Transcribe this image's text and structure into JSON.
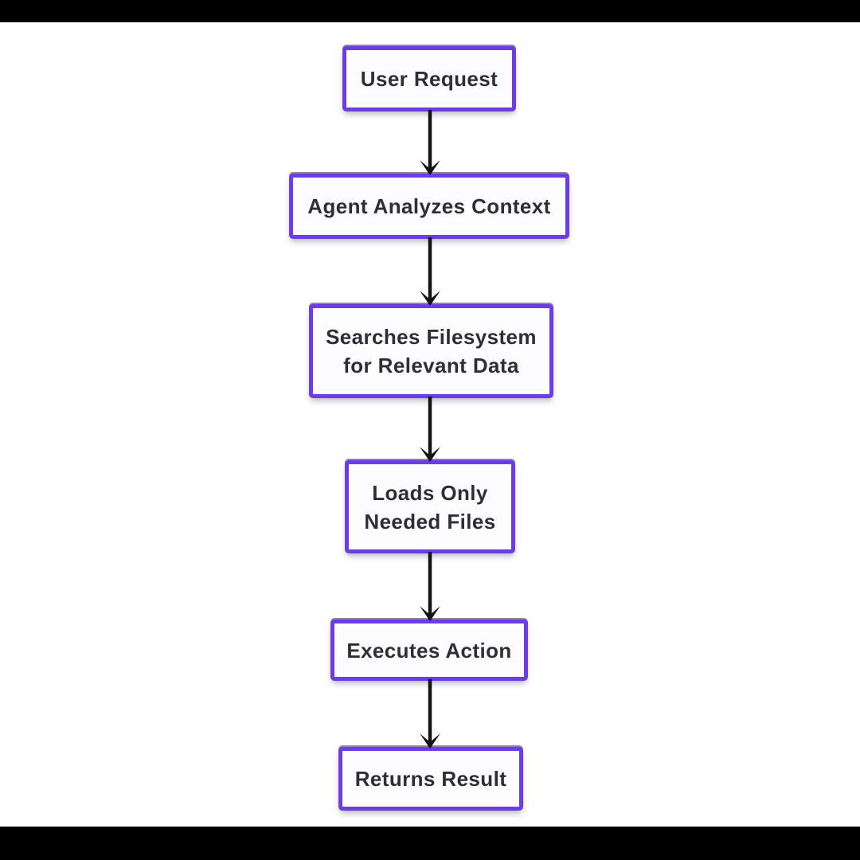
{
  "diagram": {
    "nodes": [
      {
        "id": "user-request",
        "label": "User Request"
      },
      {
        "id": "agent-analyzes-context",
        "label": "Agent Analyzes Context"
      },
      {
        "id": "searches-filesystem",
        "label": "Searches Filesystem\nfor Relevant Data"
      },
      {
        "id": "loads-needed-files",
        "label": "Loads Only\nNeeded Files"
      },
      {
        "id": "executes-action",
        "label": "Executes Action"
      },
      {
        "id": "returns-result",
        "label": "Returns Result"
      }
    ],
    "edges": [
      {
        "from": "user-request",
        "to": "agent-analyzes-context"
      },
      {
        "from": "agent-analyzes-context",
        "to": "searches-filesystem"
      },
      {
        "from": "searches-filesystem",
        "to": "loads-needed-files"
      },
      {
        "from": "loads-needed-files",
        "to": "executes-action"
      },
      {
        "from": "executes-action",
        "to": "returns-result"
      }
    ]
  },
  "colors": {
    "canvas": "#ffffff",
    "letterbox": "#000000",
    "node_border": "#6c3ce4",
    "node_fill": "#fdfdff",
    "node_text": "#2e2e38",
    "arrow": "#141414"
  }
}
